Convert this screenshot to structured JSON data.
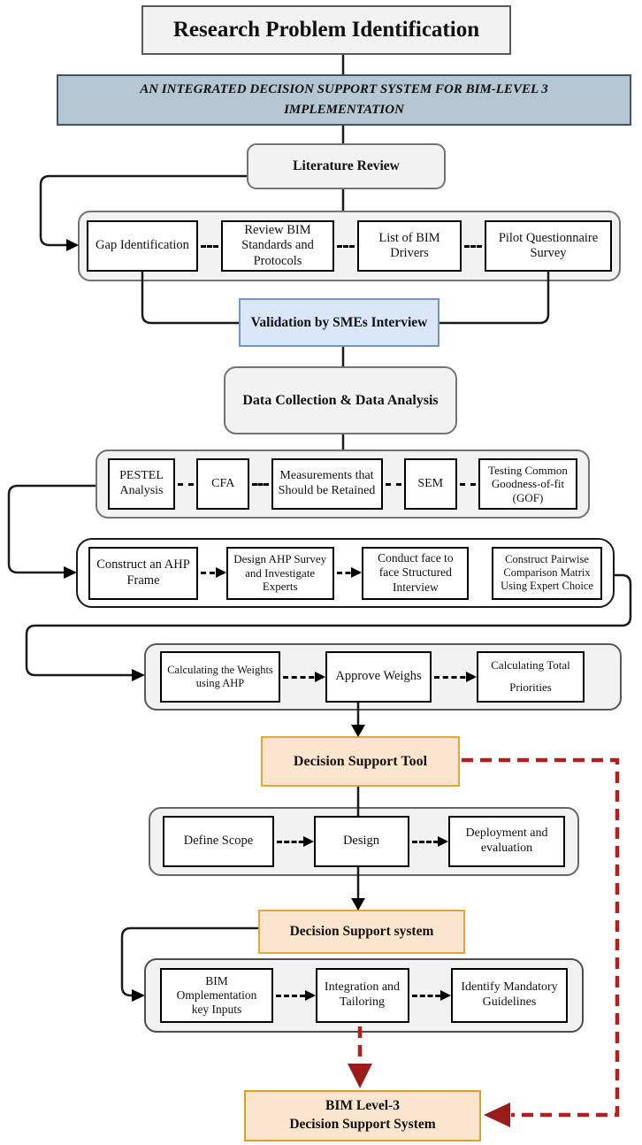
{
  "diagram": {
    "title": "Research Problem Identification",
    "banner": {
      "line1": "AN INTEGRATED DECISION SUPPORT SYSTEM FOR BIM-LEVEL 3",
      "line2": "IMPLEMENTATION"
    },
    "nodes": {
      "literature_review": "Literature Review",
      "validation": "Validation by SMEs Interview",
      "data_collection": "Data Collection & Data Analysis",
      "decision_support_tool": "Decision Support Tool",
      "decision_support_system": "Decision Support system",
      "bim_level3_line1": "BIM Level-3",
      "bim_level3_line2": "Decision Support System"
    },
    "rows": {
      "literature": [
        "Gap Identification",
        "Review BIM Standards and Protocols",
        "List of  BIM Drivers",
        "Pilot Questionnaire Survey"
      ],
      "analysis": [
        "PESTEL Analysis",
        "CFA",
        "Measurements that Should be Retained",
        "SEM",
        "Testing Common Goodness-of-fit (GOF)"
      ],
      "ahp": [
        "Construct an AHP Frame",
        "Design AHP Survey and Investigate Experts",
        "Conduct face to face Structured Interview",
        "Construct Pairwise Comparison Matrix Using Expert Choice"
      ],
      "weights": [
        "Calculating the Weights using AHP",
        "Approve Weighs",
        "Calculating Total Priorities"
      ],
      "tool_dev": [
        "Define Scope",
        "Design",
        "Deployment and evaluation"
      ],
      "implementation": [
        "BIM Omplementation key Inputs",
        "Integration and Tailoring",
        "Identify Mandatory Guidelines"
      ]
    },
    "colors": {
      "banner_bg": "#b6c7d3",
      "banner_border": "#41536b",
      "validation_bg": "#d9e7f8",
      "validation_border": "#6e96d6",
      "orange_bg": "#fce5ce",
      "orange_border": "#e8a33d",
      "gold_border": "#d9a127",
      "red_connector": "#b21f1f",
      "container_bg": "#f2f2f2"
    }
  }
}
